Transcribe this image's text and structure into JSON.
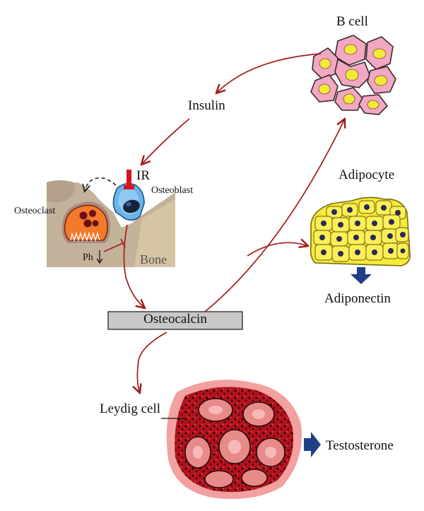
{
  "labels": {
    "b_cell": "B cell",
    "insulin": "Insulin",
    "ir": "IR",
    "osteoblast": "Osteoblast",
    "osteoclast": "Osteoclast",
    "ph": "Ph",
    "bone": "Bone",
    "adipocyte": "Adipocyte",
    "adiponectin": "Adiponectin",
    "osteocalcin": "Osteocalcin",
    "leydig_cell": "Leydig cell",
    "testosterone": "Testosterone"
  },
  "colors": {
    "arrow": "#a01c1c",
    "beta_cell_fill": "#f2a7c3",
    "beta_cell_nucleus": "#f5e63a",
    "adipocyte_fill": "#f6ea3a",
    "adipocyte_nucleus": "#2a2a55",
    "osteoclast_fill": "#f37a2a",
    "osteoblast_fill": "#6ab4ea",
    "bone_fill": "#c3b29a",
    "osteocalcin_box": "#c8c8c8",
    "block_arrow": "#1f3f86",
    "leydig_tissue": "#cc1a2a",
    "leydig_background": "#f2a0a0"
  }
}
